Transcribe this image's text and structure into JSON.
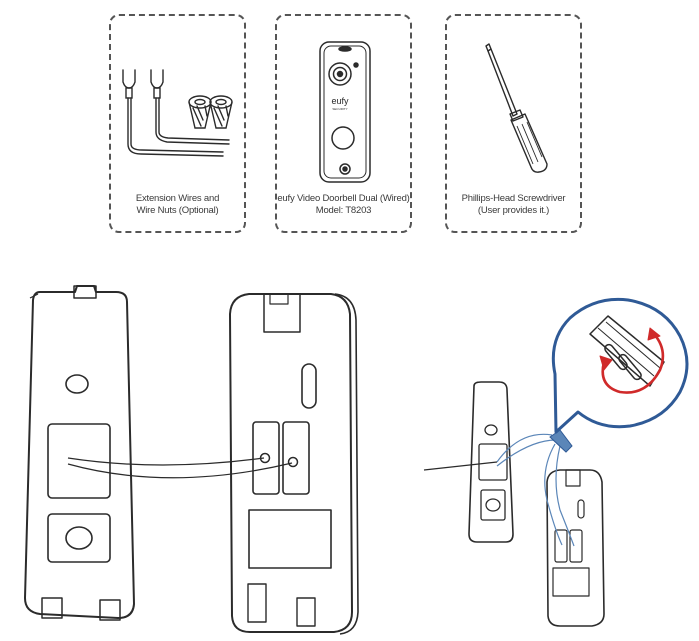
{
  "panels": [
    {
      "id": "extension-wires",
      "line1": "Extension Wires and",
      "line2": "Wire Nuts (Optional)"
    },
    {
      "id": "doorbell",
      "line1": "eufy Video Doorbell Dual (Wired)",
      "line2": "Model: T8203",
      "logo": "eufy",
      "logo_sub": "SECURITY"
    },
    {
      "id": "screwdriver",
      "line1": "Phillips-Head Screwdriver",
      "line2": "(User provides it.)"
    }
  ],
  "colors": {
    "line": "#2b2b2b",
    "wire": "#5b86b8",
    "callout": "#2f5a96",
    "arrow": "#d02a2a"
  }
}
